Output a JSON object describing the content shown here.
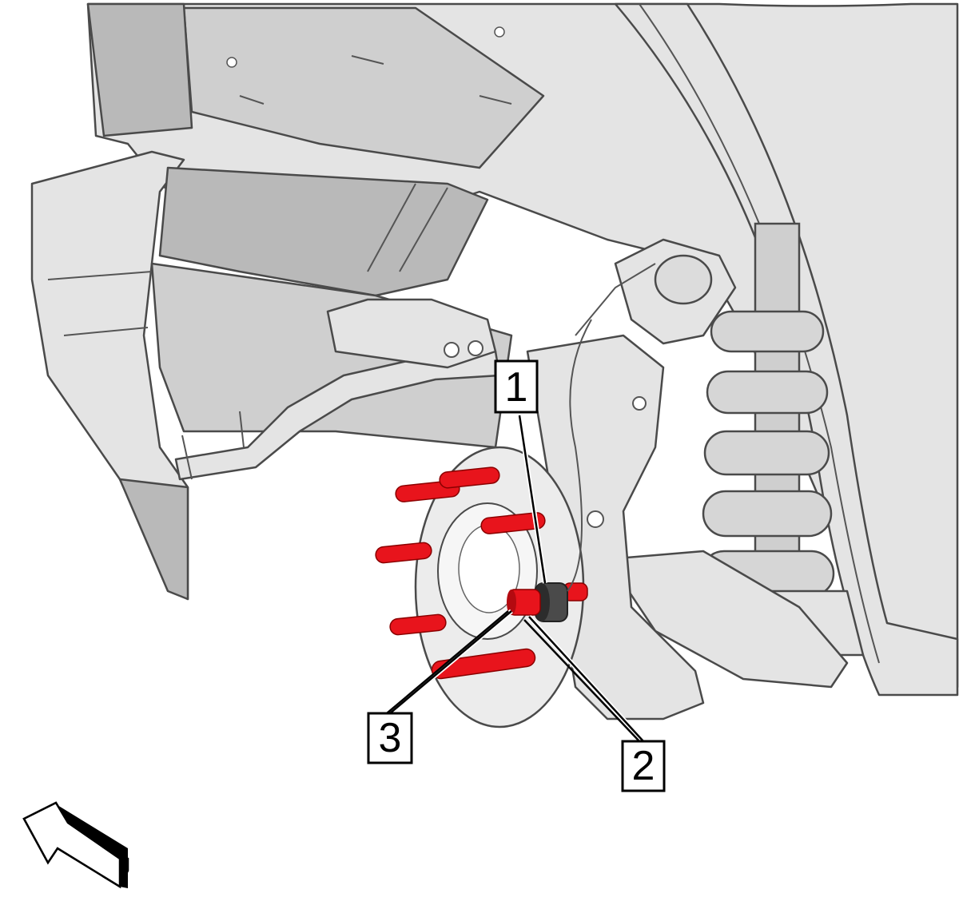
{
  "callouts": [
    {
      "label": "1"
    },
    {
      "label": "2"
    },
    {
      "label": "3"
    }
  ],
  "colors": {
    "highlight": "#e8141c",
    "part_fill": "#e4e4e4",
    "outline": "#4a4a4a",
    "callout_border": "#000000"
  },
  "icons": [
    "front-direction-arrow-icon"
  ]
}
